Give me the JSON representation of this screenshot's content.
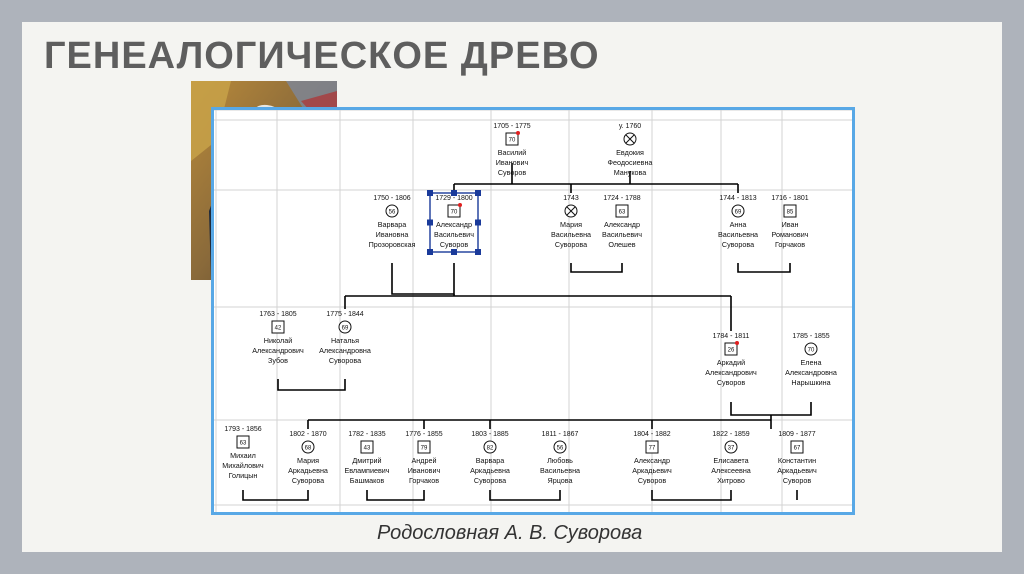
{
  "title": "ГЕНЕАЛОГИЧЕСКОЕ ДРЕВО",
  "caption": "Родословная А. В. Суворова",
  "portrait": {
    "description": "portrait-painting"
  },
  "colors": {
    "frame": "#58a8e6",
    "line": "#000000",
    "marker": "#e02020",
    "selection": "#1a3a9a"
  },
  "persons": [
    {
      "id": "vasily",
      "dates": "1705 - 1775",
      "age": "70",
      "name": [
        "Василий",
        "Иванович",
        "Суворов"
      ],
      "sex": "m"
    },
    {
      "id": "evdokia",
      "dates": "у. 1760",
      "age": "",
      "name": [
        "Евдокия",
        "Феодосиевна",
        "Манукова"
      ],
      "sex": "f",
      "deceased": true
    },
    {
      "id": "varvara_p",
      "dates": "1750 - 1806",
      "age": "56",
      "name": [
        "Варвара",
        "Ивановна",
        "Прозоровская"
      ],
      "sex": "f"
    },
    {
      "id": "alexander",
      "dates": "1729 - 1800",
      "age": "70",
      "name": [
        "Александр",
        "Васильевич",
        "Суворов"
      ],
      "sex": "m",
      "selected": true
    },
    {
      "id": "maria_v",
      "dates": "1743",
      "age": "",
      "name": [
        "Мария",
        "Васильевна",
        "Суворова"
      ],
      "sex": "f",
      "deceased": true
    },
    {
      "id": "alexander_o",
      "dates": "1724 - 1788",
      "age": "63",
      "name": [
        "Александр",
        "Васильевич",
        "Олешев"
      ],
      "sex": "m"
    },
    {
      "id": "anna",
      "dates": "1744 - 1813",
      "age": "69",
      "name": [
        "Анна",
        "Васильевна",
        "Суворова"
      ],
      "sex": "f"
    },
    {
      "id": "ivan_g",
      "dates": "1716 - 1801",
      "age": "85",
      "name": [
        "Иван",
        "Романович",
        "Горчаков"
      ],
      "sex": "m"
    },
    {
      "id": "nikolai",
      "dates": "1763 - 1805",
      "age": "42",
      "name": [
        "Николай",
        "Александрович",
        "Зубов"
      ],
      "sex": "m"
    },
    {
      "id": "natalia",
      "dates": "1775 - 1844",
      "age": "69",
      "name": [
        "Наталья",
        "Александровна",
        "Суворова"
      ],
      "sex": "f"
    },
    {
      "id": "arkady",
      "dates": "1784 - 1811",
      "age": "26",
      "name": [
        "Аркадий",
        "Александрович",
        "Суворов"
      ],
      "sex": "m"
    },
    {
      "id": "elena",
      "dates": "1785 - 1855",
      "age": "70",
      "name": [
        "Елена",
        "Александровна",
        "Нарышкина"
      ],
      "sex": "f"
    },
    {
      "id": "mikhail",
      "dates": "1793 - 1856",
      "age": "63",
      "name": [
        "Михаил",
        "Михайлович",
        "Голицын"
      ],
      "sex": "m"
    },
    {
      "id": "maria_a",
      "dates": "1802 - 1870",
      "age": "68",
      "name": [
        "Мария",
        "Аркадьевна",
        "Суворова"
      ],
      "sex": "f"
    },
    {
      "id": "dmitry",
      "dates": "1782 - 1835",
      "age": "43",
      "name": [
        "Дмитрий",
        "Евлампиевич",
        "Башмаков"
      ],
      "sex": "m"
    },
    {
      "id": "andrei",
      "dates": "1776 - 1855",
      "age": "79",
      "name": [
        "Андрей",
        "Иванович",
        "Горчаков"
      ],
      "sex": "m"
    },
    {
      "id": "varvara_s",
      "dates": "1803 - 1885",
      "age": "82",
      "name": [
        "Варвара",
        "Аркадьевна",
        "Суворова"
      ],
      "sex": "f"
    },
    {
      "id": "lyubov",
      "dates": "1811 - 1867",
      "age": "56",
      "name": [
        "Любовь",
        "Васильевна",
        "Ярцова"
      ],
      "sex": "f"
    },
    {
      "id": "alexander_a",
      "dates": "1804 - 1882",
      "age": "77",
      "name": [
        "Александр",
        "Аркадьевич",
        "Суворов"
      ],
      "sex": "m"
    },
    {
      "id": "elizaveta",
      "dates": "1822 - 1859",
      "age": "37",
      "name": [
        "Елисавета",
        "Алексеевна",
        "Хитрово"
      ],
      "sex": "f"
    },
    {
      "id": "konstantin",
      "dates": "1809 - 1877",
      "age": "67",
      "name": [
        "Константин",
        "Аркадьевич",
        "Суворов"
      ],
      "sex": "m"
    }
  ]
}
